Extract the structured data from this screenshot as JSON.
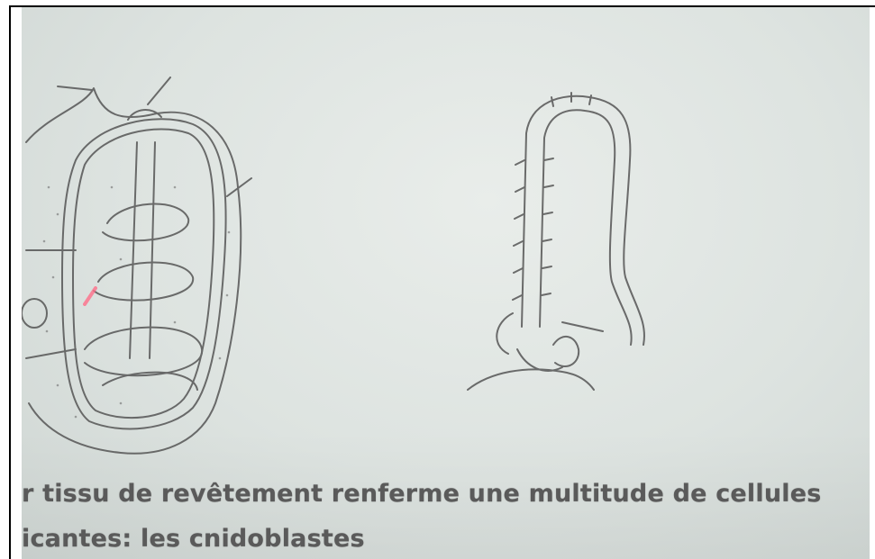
{
  "caption": {
    "line1": "r tissu de revêtement renferme une multitude de cellules",
    "line2": "icantes: les cnidoblastes"
  },
  "colors": {
    "ink": "#555555",
    "screen": "#e2e7e4",
    "laser": "#ff6f8a"
  },
  "icons": {
    "left_drawing": "cnidoblast-capsule-drawing",
    "right_drawing": "discharged-filament-drawing"
  }
}
